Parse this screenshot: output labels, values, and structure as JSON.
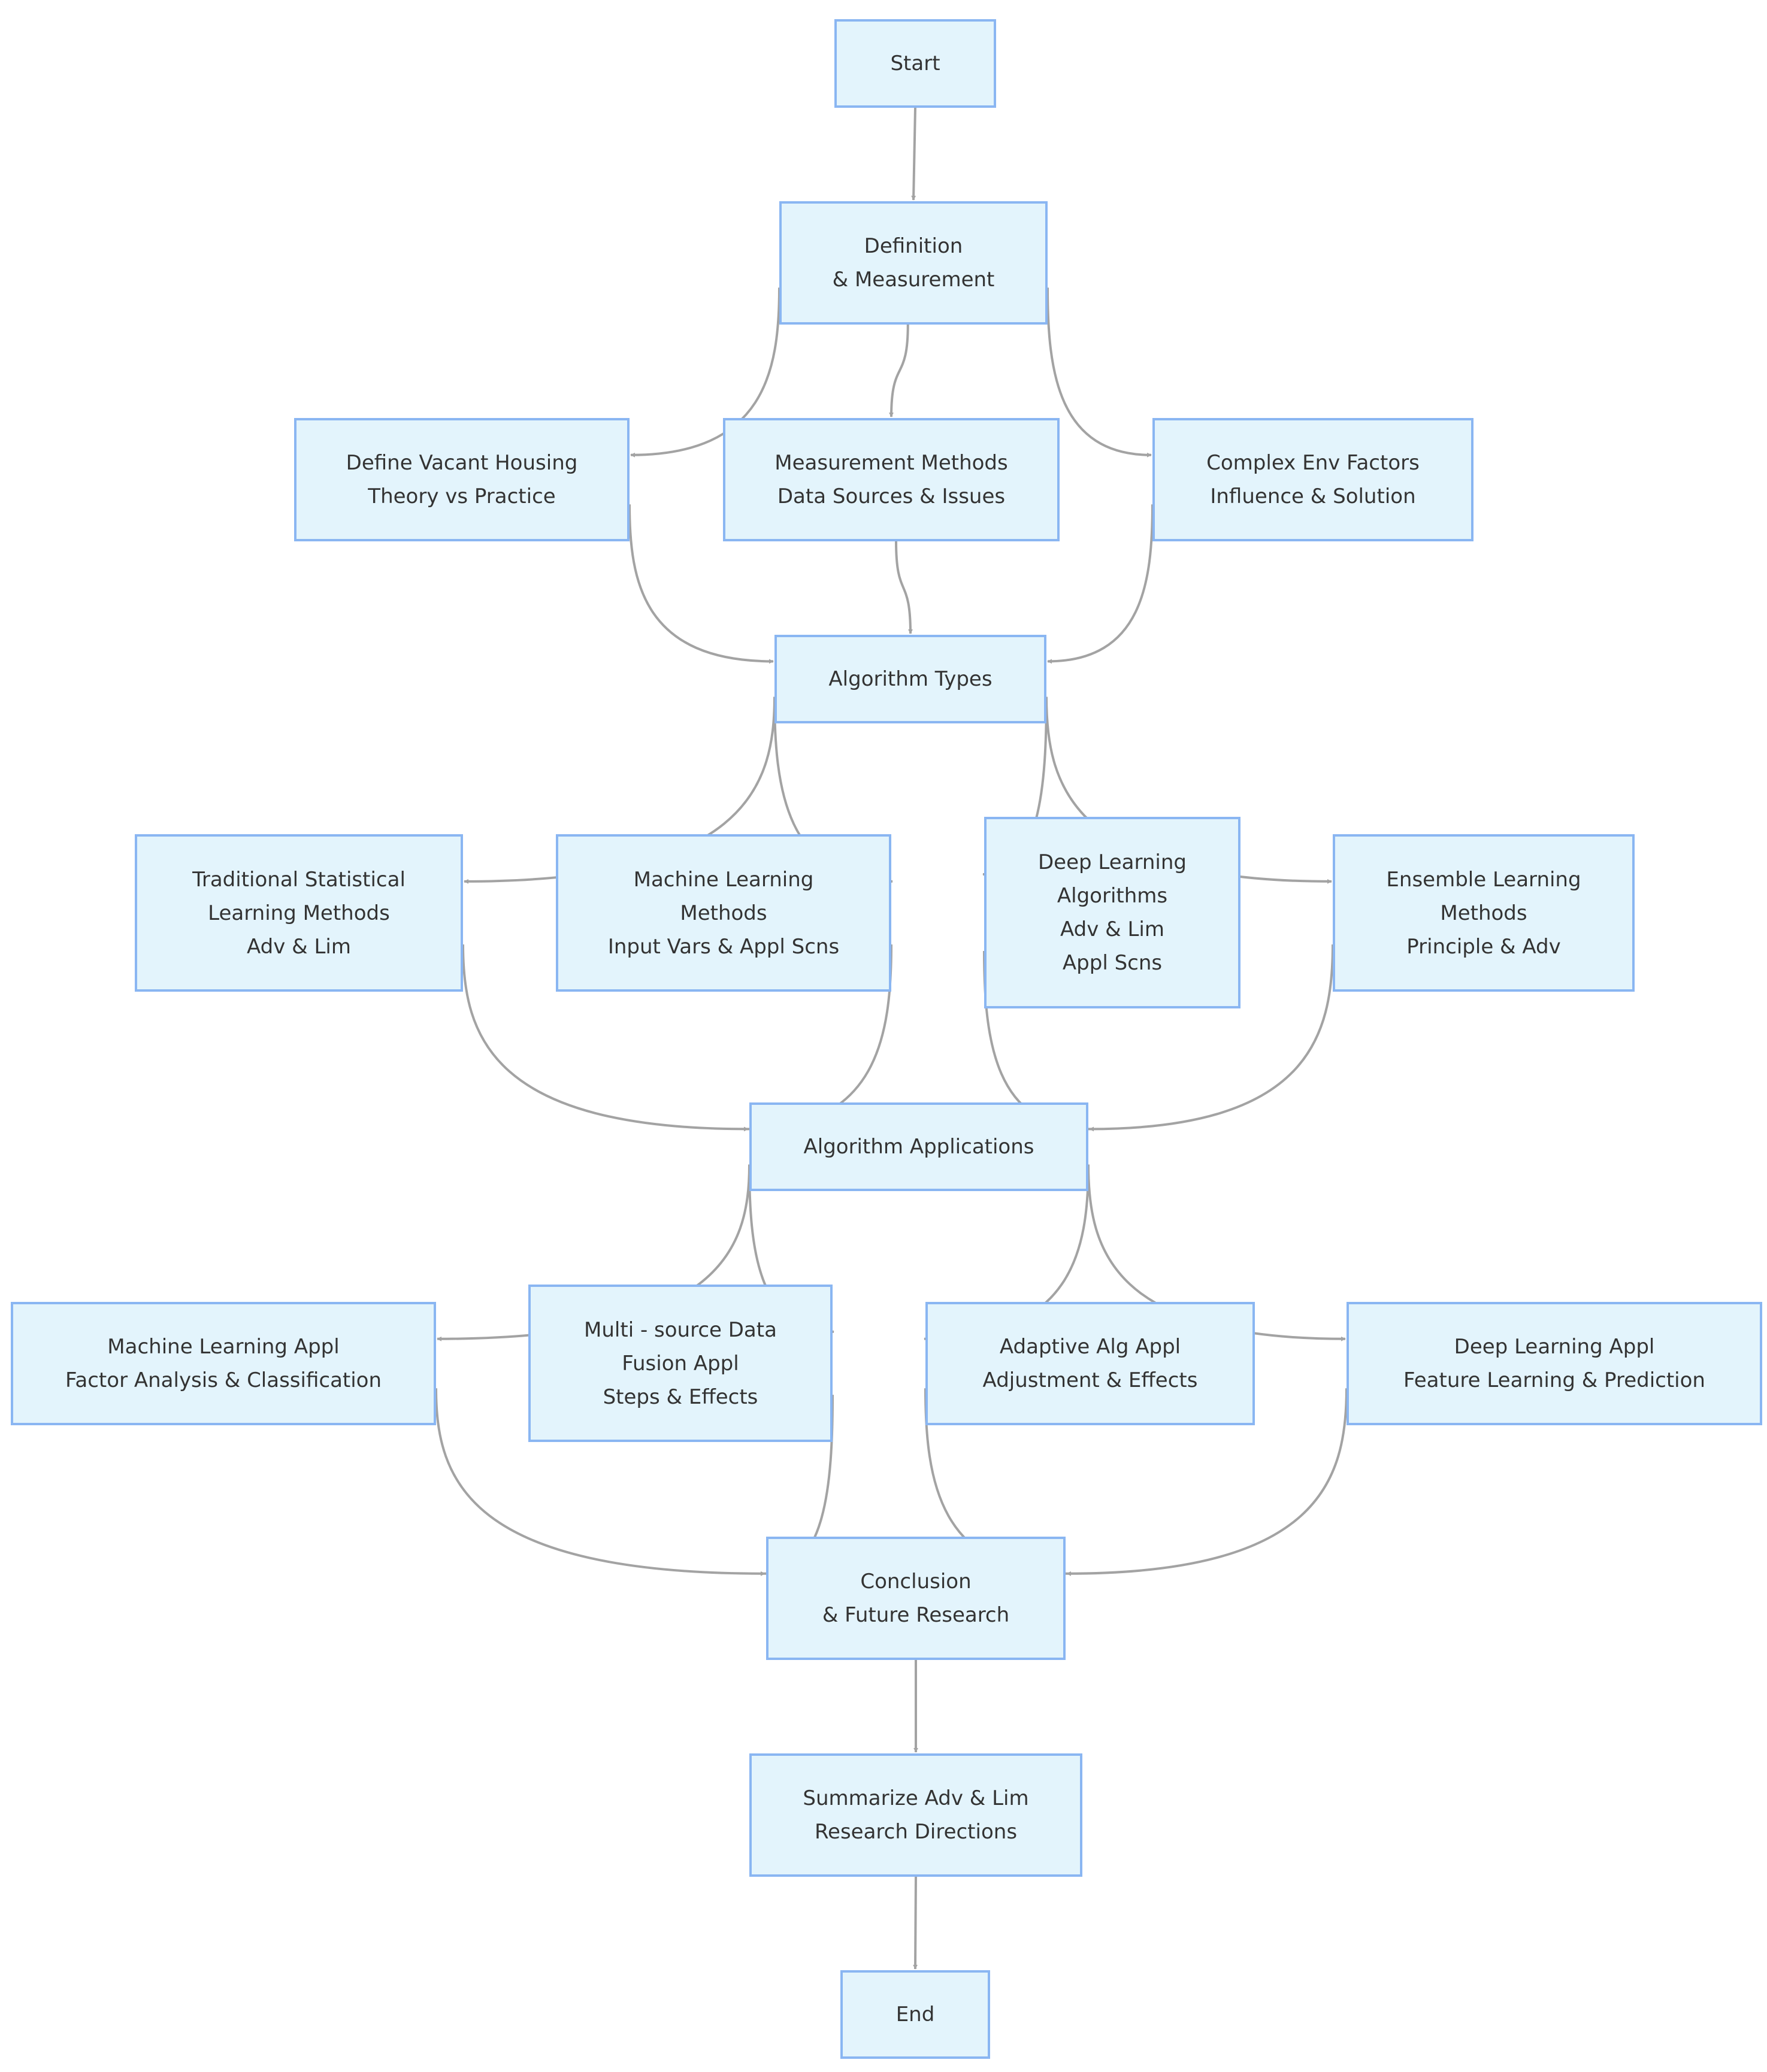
{
  "colors": {
    "node_fill": "#e3f4fc",
    "node_border": "#8ab6f2",
    "edge": "#a3a3a3",
    "text": "#333333"
  },
  "nodes": {
    "start": {
      "lines": [
        "Start"
      ]
    },
    "definition": {
      "lines": [
        "Definition",
        "& Measurement"
      ]
    },
    "define_vacant": {
      "lines": [
        "Define Vacant Housing",
        "Theory vs Practice"
      ]
    },
    "measurement_methods": {
      "lines": [
        "Measurement Methods",
        "Data Sources & Issues"
      ]
    },
    "complex_env": {
      "lines": [
        "Complex Env Factors",
        "Influence & Solution"
      ]
    },
    "algorithm_types": {
      "lines": [
        "Algorithm Types"
      ]
    },
    "traditional": {
      "lines": [
        "Traditional Statistical",
        "Learning Methods",
        "Adv & Lim"
      ]
    },
    "machine_learning": {
      "lines": [
        "Machine Learning",
        "Methods",
        "Input Vars & Appl Scns"
      ]
    },
    "deep_learning": {
      "lines": [
        "Deep Learning",
        "Algorithms",
        "Adv & Lim",
        "Appl Scns"
      ]
    },
    "ensemble": {
      "lines": [
        "Ensemble Learning",
        "Methods",
        "Principle & Adv"
      ]
    },
    "algorithm_applications": {
      "lines": [
        "Algorithm Applications"
      ]
    },
    "ml_appl": {
      "lines": [
        "Machine Learning Appl",
        "Factor Analysis & Classification"
      ]
    },
    "multi_source": {
      "lines": [
        "Multi - source Data",
        "Fusion Appl",
        "Steps & Effects"
      ]
    },
    "adaptive": {
      "lines": [
        "Adaptive Alg Appl",
        "Adjustment & Effects"
      ]
    },
    "dl_appl": {
      "lines": [
        "Deep Learning Appl",
        "Feature Learning & Prediction"
      ]
    },
    "conclusion": {
      "lines": [
        "Conclusion",
        "& Future Research"
      ]
    },
    "summarize": {
      "lines": [
        "Summarize Adv & Lim",
        "Research Directions"
      ]
    },
    "end": {
      "lines": [
        "End"
      ]
    }
  },
  "edges": [
    [
      "start",
      "definition"
    ],
    [
      "definition",
      "define_vacant"
    ],
    [
      "definition",
      "measurement_methods"
    ],
    [
      "definition",
      "complex_env"
    ],
    [
      "define_vacant",
      "algorithm_types"
    ],
    [
      "measurement_methods",
      "algorithm_types"
    ],
    [
      "complex_env",
      "algorithm_types"
    ],
    [
      "algorithm_types",
      "traditional"
    ],
    [
      "algorithm_types",
      "machine_learning"
    ],
    [
      "algorithm_types",
      "deep_learning"
    ],
    [
      "algorithm_types",
      "ensemble"
    ],
    [
      "traditional",
      "algorithm_applications"
    ],
    [
      "machine_learning",
      "algorithm_applications"
    ],
    [
      "deep_learning",
      "algorithm_applications"
    ],
    [
      "ensemble",
      "algorithm_applications"
    ],
    [
      "algorithm_applications",
      "ml_appl"
    ],
    [
      "algorithm_applications",
      "multi_source"
    ],
    [
      "algorithm_applications",
      "adaptive"
    ],
    [
      "algorithm_applications",
      "dl_appl"
    ],
    [
      "ml_appl",
      "conclusion"
    ],
    [
      "multi_source",
      "conclusion"
    ],
    [
      "adaptive",
      "conclusion"
    ],
    [
      "dl_appl",
      "conclusion"
    ],
    [
      "conclusion",
      "summarize"
    ],
    [
      "summarize",
      "end"
    ]
  ]
}
